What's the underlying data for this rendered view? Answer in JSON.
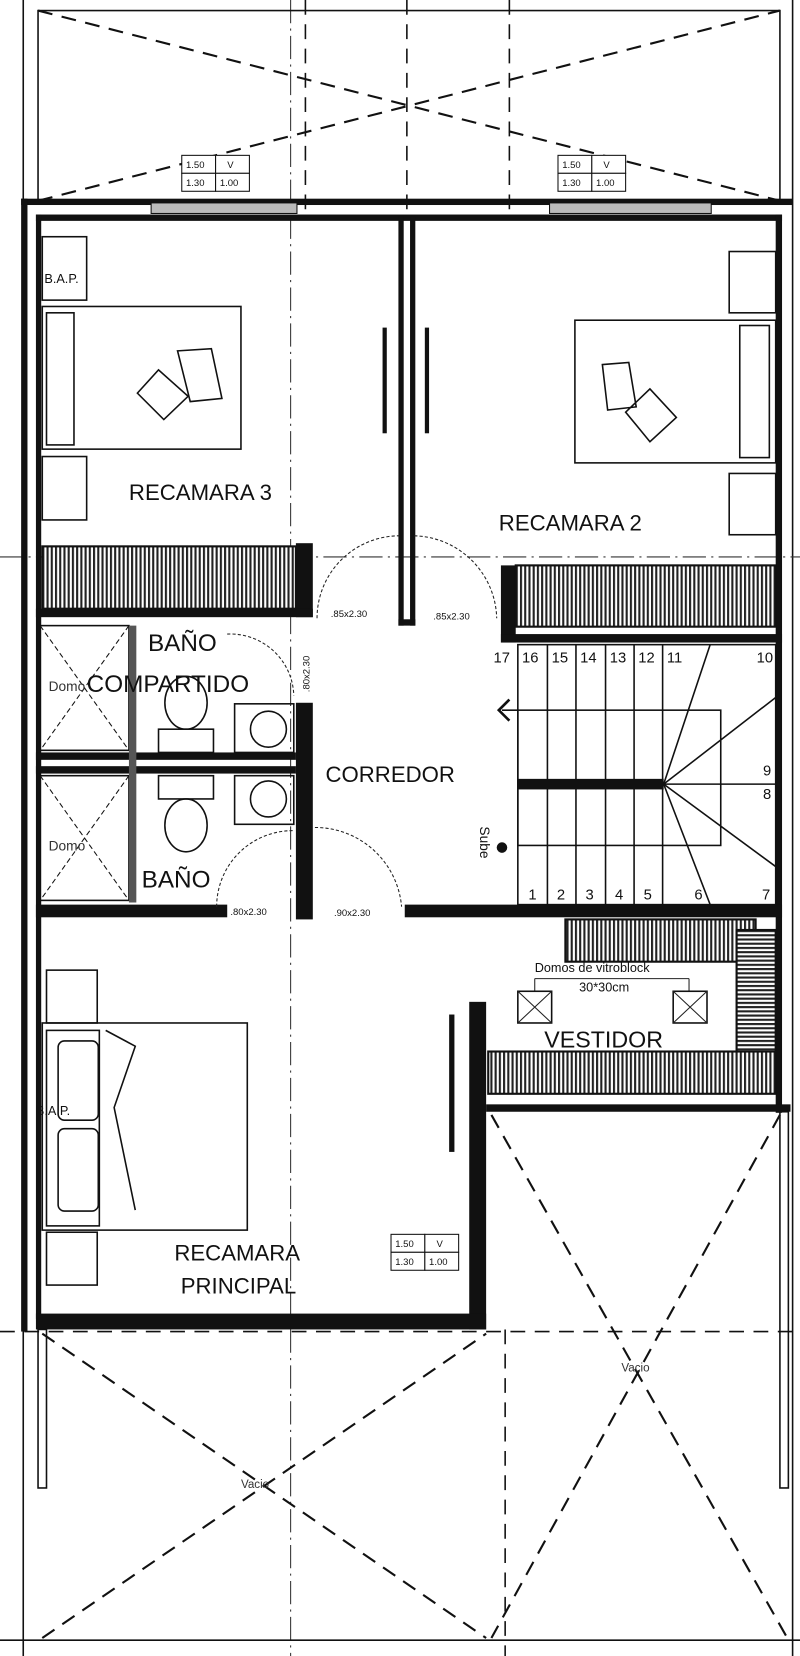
{
  "title": "Planta alta",
  "rooms": {
    "recamara3": "RECAMARA 3",
    "recamara2": "RECAMARA 2",
    "bano_compartido_1": "BAÑO",
    "bano_compartido_2": "COMPARTIDO",
    "bano": "BAÑO",
    "corredor": "CORREDOR",
    "vestidor": "VESTIDOR",
    "principal_1": "RECAMARA",
    "principal_2": "PRINCIPAL"
  },
  "labels": {
    "bap_top": "B.A.P.",
    "bap_bottom": "B.A.P.",
    "domo_1": "Domo",
    "domo_2": "Domo",
    "sube": "Sube",
    "domos_note": "Domos de vitroblock",
    "domos_size": "30*30cm",
    "vacio_left": "Vacio",
    "vacio_right": "Vacio"
  },
  "doors": {
    "rec3": ".85x2.30",
    "rec2": ".85x2.30",
    "bano_compartido": ".80x2.30",
    "bano": ".80x2.30",
    "principal": ".90x2.30"
  },
  "window_tags": [
    {
      "a": "1.50",
      "b": "V",
      "c": "1.30",
      "d": "1.00"
    },
    {
      "a": "1.50",
      "b": "V",
      "c": "1.30",
      "d": "1.00"
    },
    {
      "a": "1.50",
      "b": "V",
      "c": "1.30",
      "d": "1.00"
    }
  ],
  "stairs": {
    "top": [
      "17",
      "16",
      "15",
      "14",
      "13",
      "12",
      "11",
      "10"
    ],
    "right": [
      "9",
      "8"
    ],
    "bottom": [
      "1",
      "2",
      "3",
      "4",
      "5",
      "6",
      "7"
    ]
  }
}
